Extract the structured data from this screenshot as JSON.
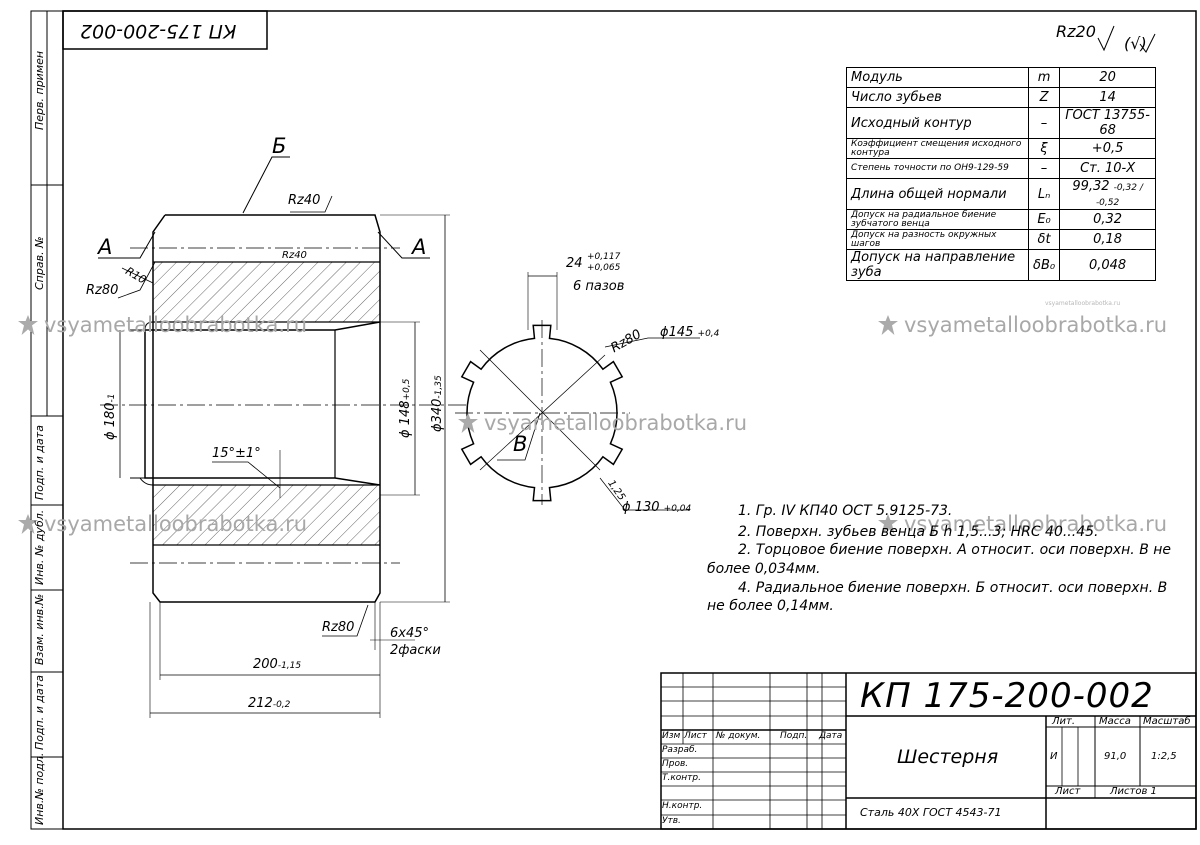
{
  "stamp_top": "КП 175-200-002",
  "roughness": {
    "general": "Rz20",
    "note": "(√)"
  },
  "side_labels": [
    "Перв. примен",
    "Справ. №",
    "Подп. и дата",
    "Инв. № дубл.",
    "Взам. инв.№",
    "Подп. и дата",
    "Инв.№ подл."
  ],
  "params_table": [
    {
      "name": "Модуль",
      "sym": "m",
      "val": "20"
    },
    {
      "name": "Число зубьев",
      "sym": "Z",
      "val": "14"
    },
    {
      "name": "Исходный контур",
      "sym": "–",
      "val": "ГОСТ 13755-68"
    },
    {
      "name": "Коэффициент смещения исходного контура",
      "sym": "ξ",
      "val": "+0,5"
    },
    {
      "name": "Степень точности по ОН9-129-59",
      "sym": "–",
      "val": "Ст. 10-Х"
    },
    {
      "name": "Длина общей нормали",
      "sym": "Lₙ",
      "val": "99,32",
      "tol": "-0,32 / -0,52"
    },
    {
      "name": "Допуск на радиальное биение зубчатого венца",
      "sym": "E₀",
      "val": "0,32"
    },
    {
      "name": "Допуск на разность окружных шагов",
      "sym": "δt",
      "val": "0,18"
    },
    {
      "name": "Допуск на направление зуба",
      "sym": "δB₀",
      "val": "0,048"
    }
  ],
  "drawing": {
    "section_B_label": "Б",
    "A_label": "А",
    "V_label": "В",
    "rz40_top": "Rz40",
    "rz40_inner": "Rz40",
    "rz80_left": "Rz80",
    "r10": "R10",
    "dia_180": "ϕ 180",
    "dia_180_tol": "-1",
    "dia_148": "ϕ 148",
    "dia_148_tol": "+0,5",
    "dia_340": "ϕ340",
    "dia_340_tol": "-1,35",
    "angle": "15°±1°",
    "rz80_bottom": "Rz80",
    "chamfer": "6x45°",
    "chamfer_note": "2фаски",
    "len_200": "200",
    "len_200_tol": "-1,15",
    "len_212": "212",
    "len_212_tol": "-0,2",
    "slot_width": "24",
    "slot_tol_up": "+0,117",
    "slot_tol_low": "+0,065",
    "slots": "6 пазов",
    "rz80_spline": "Rz80",
    "dia_145": "ϕ145",
    "dia_145_tol": "+0,4",
    "dia_130": "ϕ 130",
    "dia_130_tol": "+0,04",
    "r125": "1,25"
  },
  "notes": [
    "1. Гр. IV КП40 ОСТ 5.9125-73.",
    "2. Поверхн. зубьев венца Б h 1,5...3; HRC 40...45.",
    "2. Торцовое биение поверхн. А относит. оси поверхн. В не",
    "более 0,034мм.",
    "4. Радиальное биение поверхн. Б относит. оси поверхн. В",
    "не более 0,14мм."
  ],
  "title_block": {
    "designation": "КП 175-200-002",
    "part_name": "Шестерня",
    "material": "Сталь 40Х ГОСТ 4543-71",
    "lit_h": "Лит.",
    "mass_h": "Масса",
    "scale_h": "Масштаб",
    "lit": "И",
    "mass": "91,0",
    "scale": "1:2,5",
    "sheet": "Лист",
    "sheets": "Листов 1",
    "cols": [
      "Изм",
      "Лист",
      "№ докум.",
      "Подп.",
      "Дата"
    ],
    "roles": [
      "Разраб.",
      "Пров.",
      "Т.контр.",
      "Н.контр.",
      "Утв."
    ]
  },
  "watermark": "vsyametalloobrabotka.ru"
}
